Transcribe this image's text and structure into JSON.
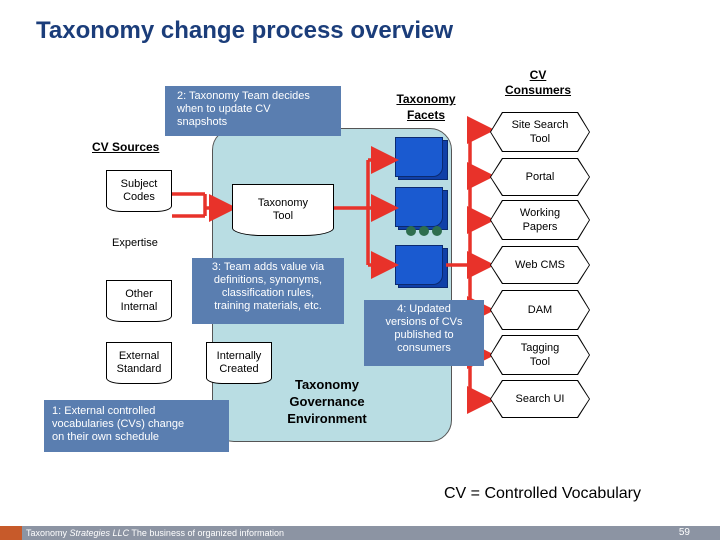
{
  "title": "Taxonomy change process overview",
  "steps": {
    "step1": "1: External controlled\nvocabularies (CVs) change\non their own schedule",
    "step2": "2: Taxonomy Team decides\nwhen to update CV\nsnapshots",
    "step3": "3: Team adds value via\ndefinitions, synonyms,\nclassification rules,\ntraining materials, etc.",
    "step4": "4: Updated\nversions of CVs\npublished to\nconsumers"
  },
  "sources": {
    "heading": "CV Sources",
    "subject_codes": "Subject\nCodes",
    "expertise": "Expertise",
    "other_internal": "Other\nInternal",
    "external_standard": "External\nStandard",
    "internally_created": "Internally\nCreated"
  },
  "taxonomy_tool": "Taxonomy\nTool",
  "taxonomy_facets": "Taxonomy\nFacets",
  "governance": "Taxonomy\nGovernance\nEnvironment",
  "consumers": {
    "heading": "CV\nConsumers",
    "items": [
      "Site Search\nTool",
      "Portal",
      "Working\nPapers",
      "Web CMS",
      "DAM",
      "Tagging\nTool",
      "Search UI"
    ]
  },
  "legend": "CV = Controlled Vocabulary",
  "footer": {
    "company_prefix": "Taxonomy ",
    "company_italic": "Strategies LLC",
    "tagline": " The business of organized information",
    "page": "59"
  },
  "colors": {
    "title": "#1b3d7a",
    "blue_box": "#5a7eb0",
    "governance_fill": "#b9dde3",
    "arrow": "#e8322a",
    "footer_bar": "#8c94a3"
  }
}
